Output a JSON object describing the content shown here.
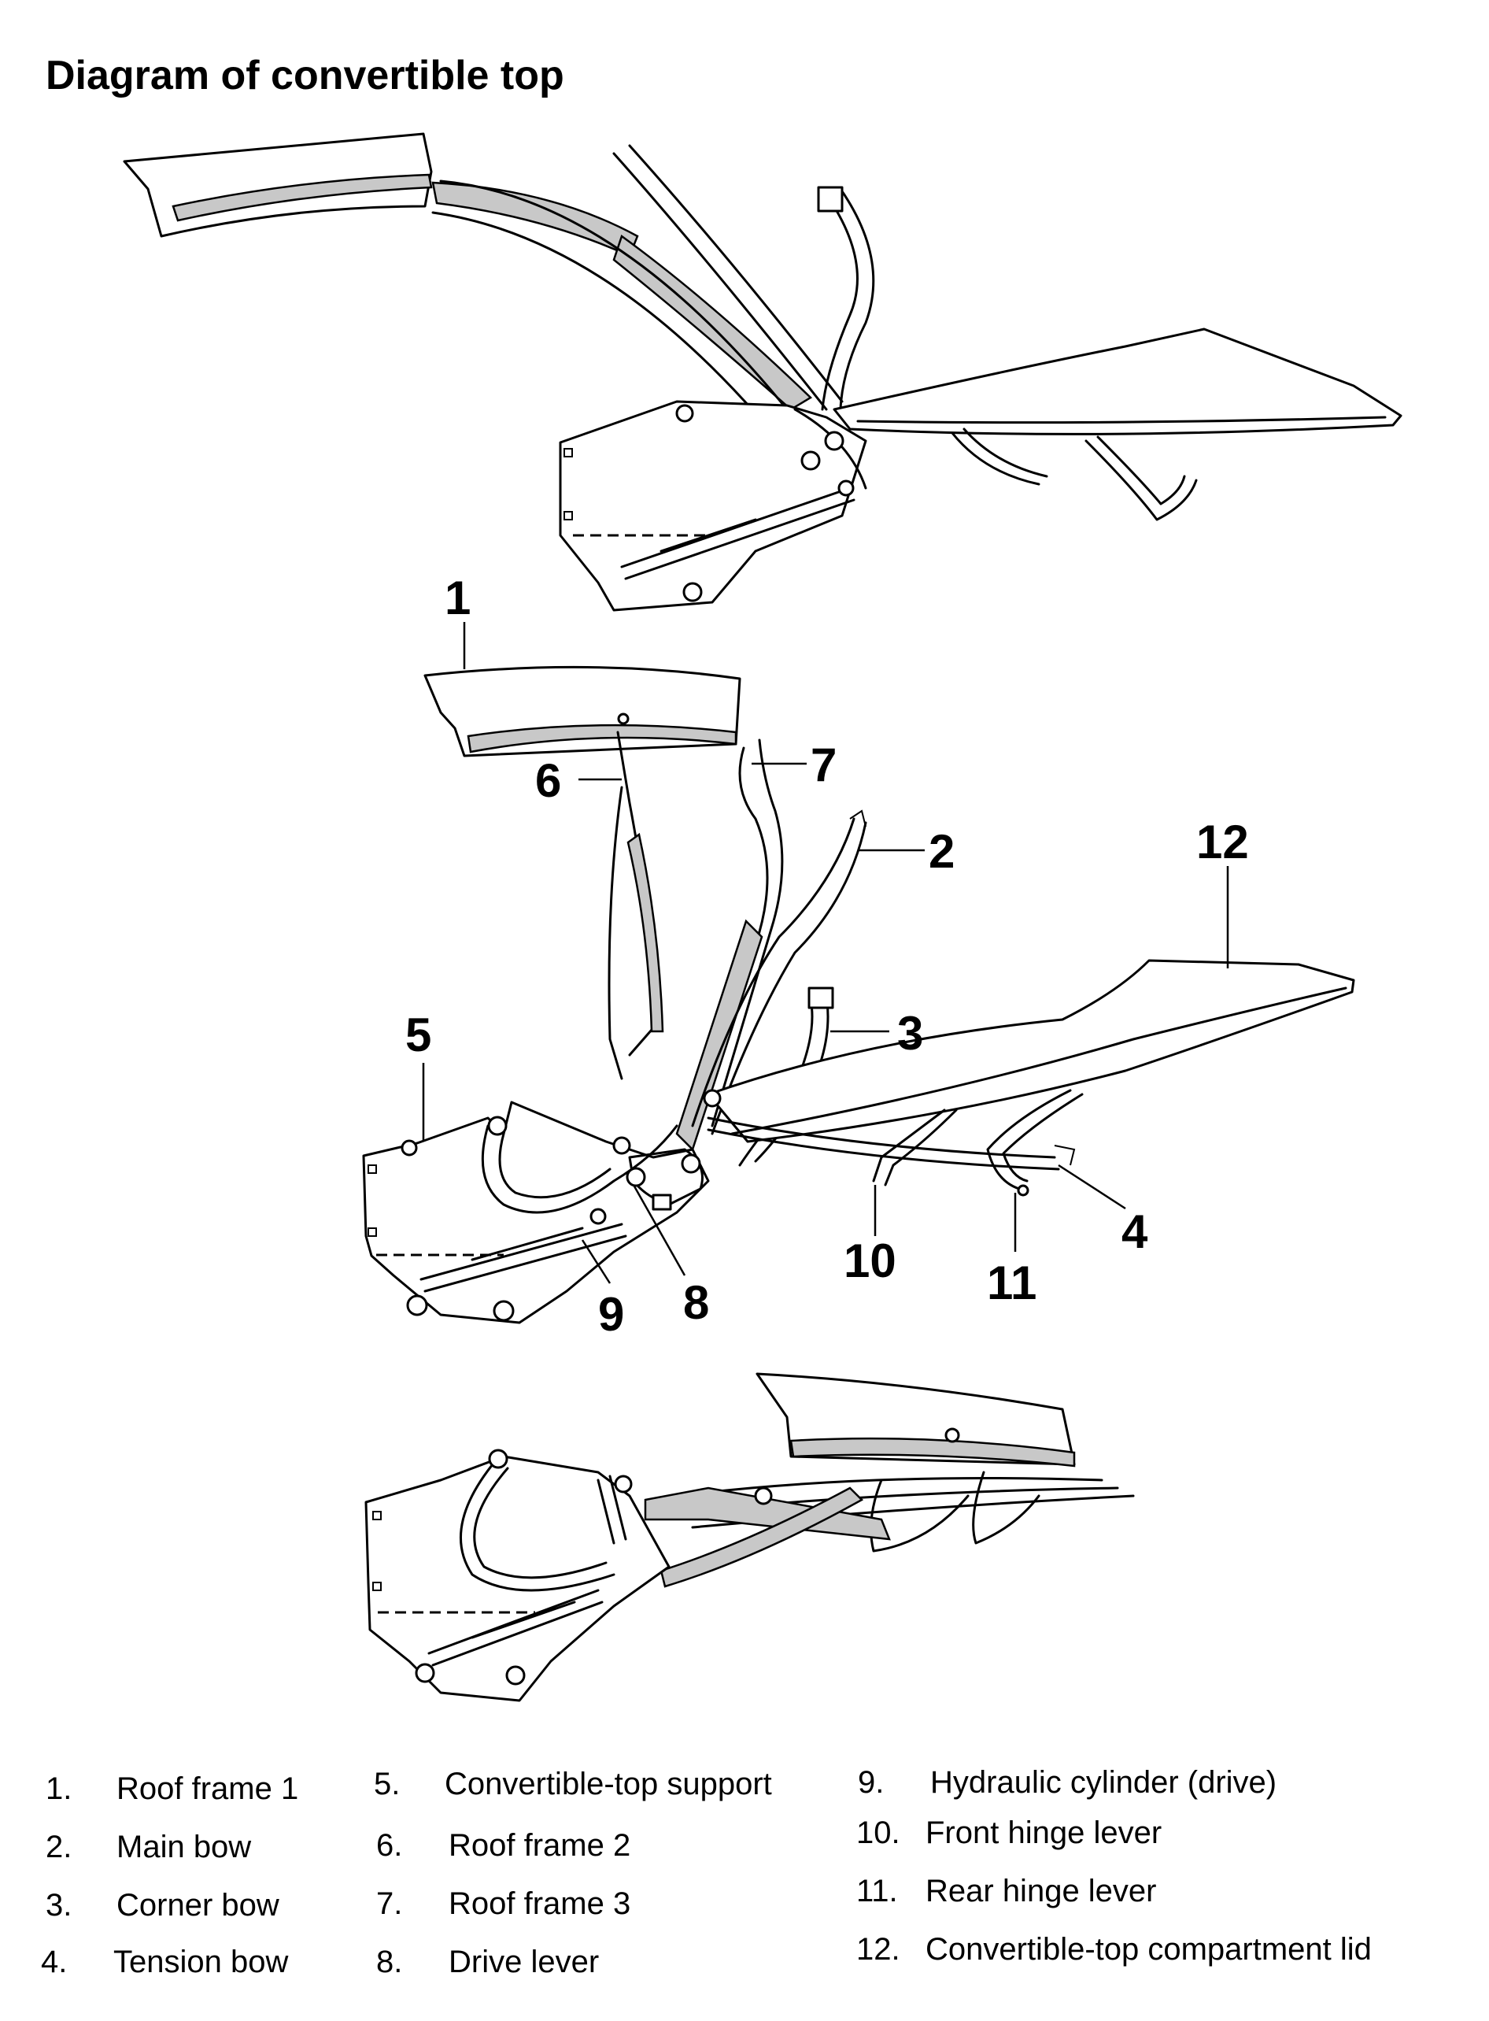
{
  "title": "Diagram of convertible top",
  "callouts": [
    "1",
    "2",
    "3",
    "4",
    "5",
    "6",
    "7",
    "8",
    "9",
    "10",
    "11",
    "12"
  ],
  "legend": [
    {
      "num": "1.",
      "label": "Roof frame 1"
    },
    {
      "num": "2.",
      "label": "Main bow"
    },
    {
      "num": "3.",
      "label": "Corner bow"
    },
    {
      "num": "4.",
      "label": "Tension bow"
    },
    {
      "num": "5.",
      "label": "Convertible-top support"
    },
    {
      "num": "6.",
      "label": "Roof frame 2"
    },
    {
      "num": "7.",
      "label": "Roof frame 3"
    },
    {
      "num": "8.",
      "label": "Drive lever"
    },
    {
      "num": "9.",
      "label": "Hydraulic cylinder (drive)"
    },
    {
      "num": "10.",
      "label": "Front hinge lever"
    },
    {
      "num": "11.",
      "label": "Rear hinge lever"
    },
    {
      "num": "12.",
      "label": "Convertible-top compartment lid"
    }
  ]
}
